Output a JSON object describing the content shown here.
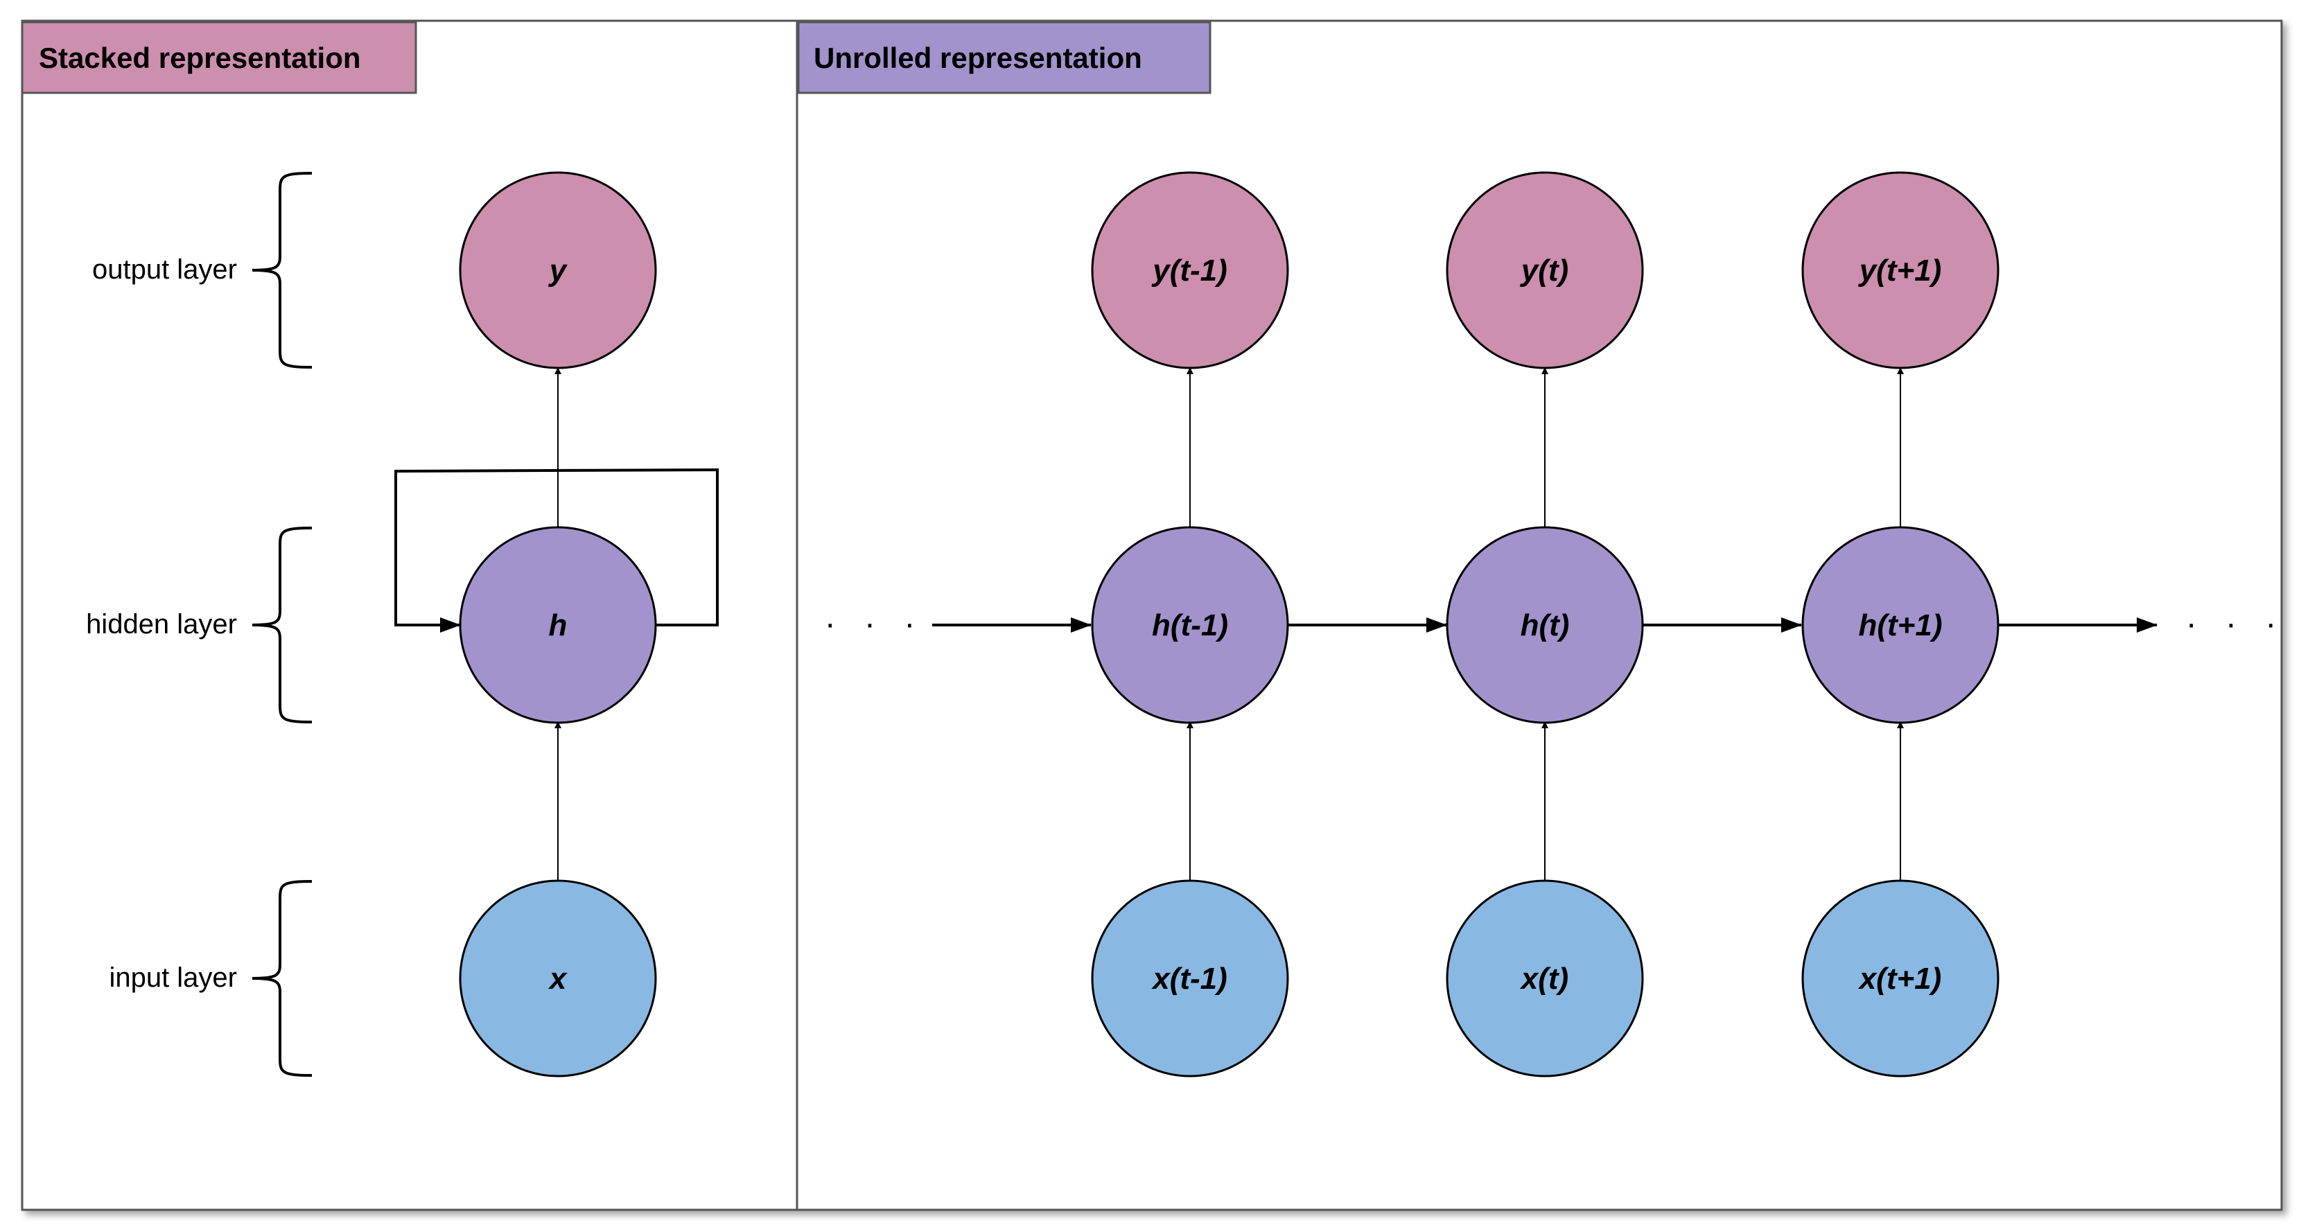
{
  "colors": {
    "output": "#cc8fad",
    "hidden": "#a293cc",
    "input": "#89b8e2",
    "stacked_header": "#cc8fad",
    "unrolled_header": "#a293cc"
  },
  "stacked": {
    "header": "Stacked representation",
    "layers": {
      "output": "output layer",
      "hidden": "hidden layer",
      "input": "input layer"
    },
    "nodes": {
      "output": "y",
      "hidden": "h",
      "input": "x"
    }
  },
  "unrolled": {
    "header": "Unrolled representation",
    "columns": [
      {
        "y": "y(t-1)",
        "h": "h(t-1)",
        "x": "x(t-1)"
      },
      {
        "y": "y(t)",
        "h": "h(t)",
        "x": "x(t)"
      },
      {
        "y": "y(t+1)",
        "h": "h(t+1)",
        "x": "x(t+1)"
      }
    ],
    "ellipsis_left": "· · ·",
    "ellipsis_right": "· · ·"
  }
}
